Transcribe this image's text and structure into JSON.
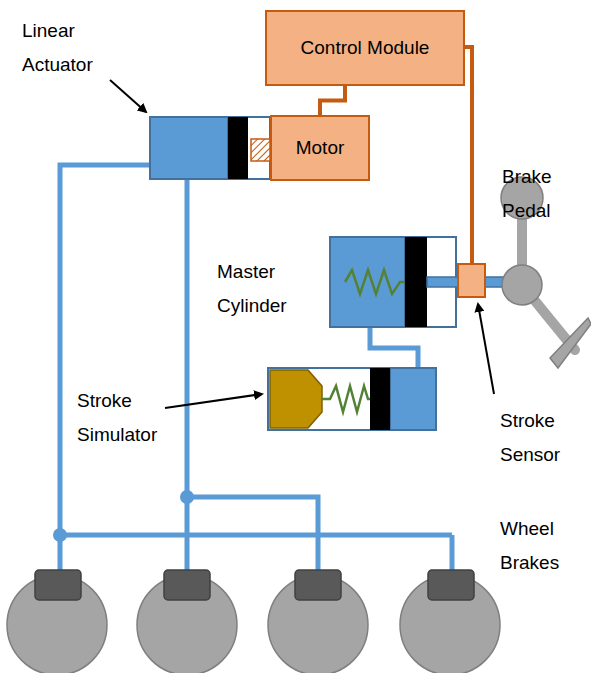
{
  "diagram": {
    "nodes": [
      {
        "text": [
          "Control Module"
        ]
      },
      {
        "text": [
          "Motor"
        ]
      }
    ],
    "edges": [
      {
        "from": 0,
        "to": 1,
        "arrow": "none"
      }
    ],
    "labels": [
      "Linear Actuator",
      "Brake Pedal",
      "Master Cylinder",
      "Stroke Simulator",
      "Stroke Sensor",
      "Wheel Brakes"
    ]
  }
}
